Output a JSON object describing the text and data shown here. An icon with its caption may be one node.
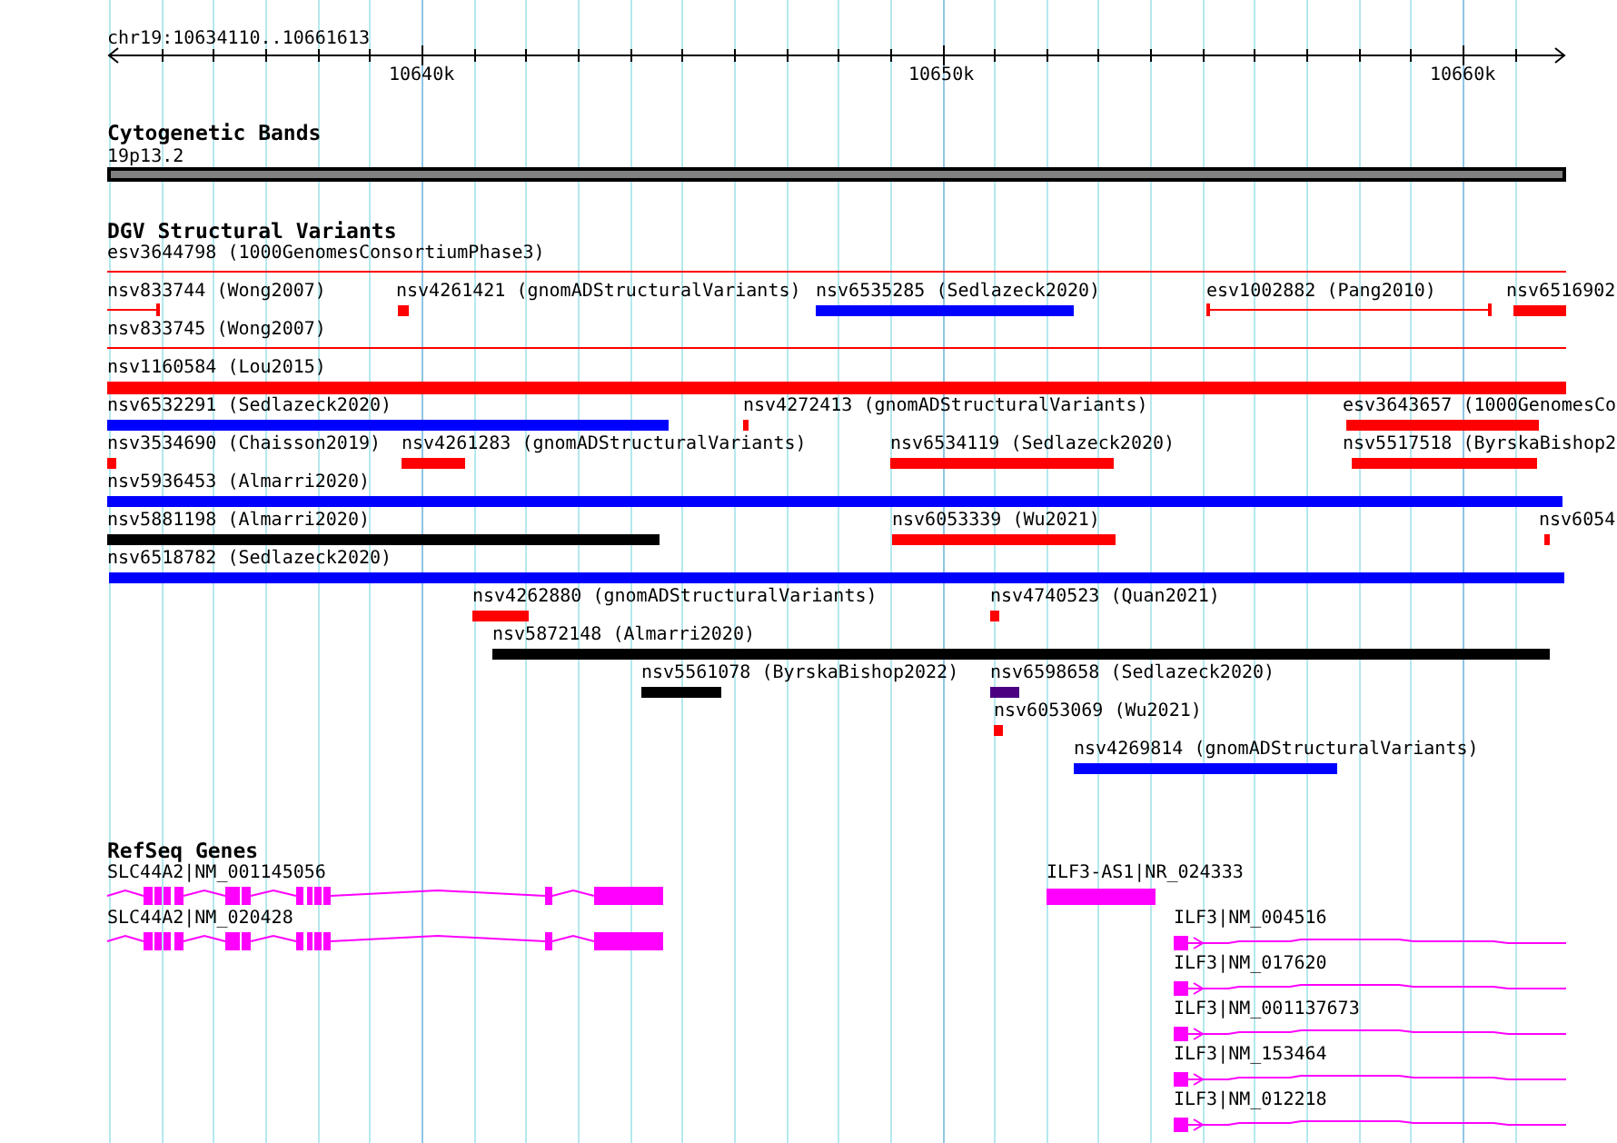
{
  "diagram": {
    "nodes": [
      {
        "text": [],
        "shape": "bar",
        "beside": [
          "19p13.2"
        ]
      },
      {
        "text": [],
        "shape": "line",
        "beside": [
          "esv3644798 (1000GenomesConsortiumPhase3)"
        ]
      },
      {
        "text": [],
        "shape": "line",
        "beside": [
          "nsv833744 (Wong2007)"
        ]
      },
      {
        "text": [],
        "shape": "bar",
        "beside": [
          "nsv4261421 (gnomADStructuralVariants)"
        ]
      },
      {
        "text": [],
        "shape": "bar",
        "beside": [
          "nsv6535285 (Sedlazeck2020)"
        ]
      },
      {
        "text": [],
        "shape": "line",
        "beside": [
          "esv1002882 (Pang2010)"
        ]
      },
      {
        "text": [],
        "shape": "bar",
        "beside": [
          "nsv6516902"
        ]
      },
      {
        "text": [],
        "shape": "line",
        "beside": [
          "nsv833745 (Wong2007)"
        ]
      },
      {
        "text": [],
        "shape": "bar",
        "beside": [
          "nsv1160584 (Lou2015)"
        ]
      },
      {
        "text": [],
        "shape": "bar",
        "beside": [
          "nsv6532291 (Sedlazeck2020)"
        ]
      },
      {
        "text": [],
        "shape": "bar",
        "beside": [
          "nsv4272413 (gnomADStructuralVariants)"
        ]
      },
      {
        "text": [],
        "shape": "bar",
        "beside": [
          "esv3643657 (1000GenomesCo"
        ]
      },
      {
        "text": [],
        "shape": "bar",
        "beside": [
          "nsv3534690 (Chaisson2019)"
        ]
      },
      {
        "text": [],
        "shape": "bar",
        "beside": [
          "nsv4261283 (gnomADStructuralVariants)"
        ]
      },
      {
        "text": [],
        "shape": "bar",
        "beside": [
          "nsv6534119 (Sedlazeck2020)"
        ]
      },
      {
        "text": [],
        "shape": "bar",
        "beside": [
          "nsv5517518 (ByrskaBishop2"
        ]
      },
      {
        "text": [],
        "shape": "bar",
        "beside": [
          "nsv5936453 (Almarri2020)"
        ]
      },
      {
        "text": [],
        "shape": "bar",
        "beside": [
          "nsv5881198 (Almarri2020)"
        ]
      },
      {
        "text": [],
        "shape": "bar",
        "beside": [
          "nsv6053339 (Wu2021)"
        ]
      },
      {
        "text": [],
        "shape": "bar",
        "beside": [
          "nsv6054"
        ]
      },
      {
        "text": [],
        "shape": "bar",
        "beside": [
          "nsv6518782 (Sedlazeck2020)"
        ]
      },
      {
        "text": [],
        "shape": "bar",
        "beside": [
          "nsv4262880 (gnomADStructuralVariants)"
        ]
      },
      {
        "text": [],
        "shape": "bar",
        "beside": [
          "nsv4740523 (Quan2021)"
        ]
      },
      {
        "text": [],
        "shape": "bar",
        "beside": [
          "nsv5872148 (Almarri2020)"
        ]
      },
      {
        "text": [],
        "shape": "bar",
        "beside": [
          "nsv5561078 (ByrskaBishop2022)"
        ]
      },
      {
        "text": [],
        "shape": "bar",
        "beside": [
          "nsv6598658 (Sedlazeck2020)"
        ]
      },
      {
        "text": [],
        "shape": "bar",
        "beside": [
          "nsv6053069 (Wu2021)"
        ]
      },
      {
        "text": [],
        "shape": "bar",
        "beside": [
          "nsv4269814 (gnomADStructuralVariants)"
        ]
      },
      {
        "text": [],
        "shape": "gene",
        "beside": [
          "SLC44A2|NM_001145056"
        ]
      },
      {
        "text": [],
        "shape": "bar",
        "beside": [
          "ILF3-AS1|NR_024333"
        ]
      },
      {
        "text": [],
        "shape": "gene",
        "beside": [
          "SLC44A2|NM_020428"
        ]
      },
      {
        "text": [],
        "shape": "gene",
        "beside": [
          "ILF3|NM_004516"
        ]
      },
      {
        "text": [],
        "shape": "gene",
        "beside": [
          "ILF3|NM_017620"
        ]
      },
      {
        "text": [],
        "shape": "gene",
        "beside": [
          "ILF3|NM_001137673"
        ]
      },
      {
        "text": [],
        "shape": "gene",
        "beside": [
          "ILF3|NM_153464"
        ]
      },
      {
        "text": [],
        "shape": "gene",
        "beside": [
          "ILF3|NM_012218"
        ]
      }
    ],
    "labels": [
      "chr19:10634110..10661613",
      "10640k",
      "10650k",
      "10660k",
      "Cytogenetic Bands",
      "DGV Structural Variants",
      "RefSeq Genes"
    ]
  }
}
